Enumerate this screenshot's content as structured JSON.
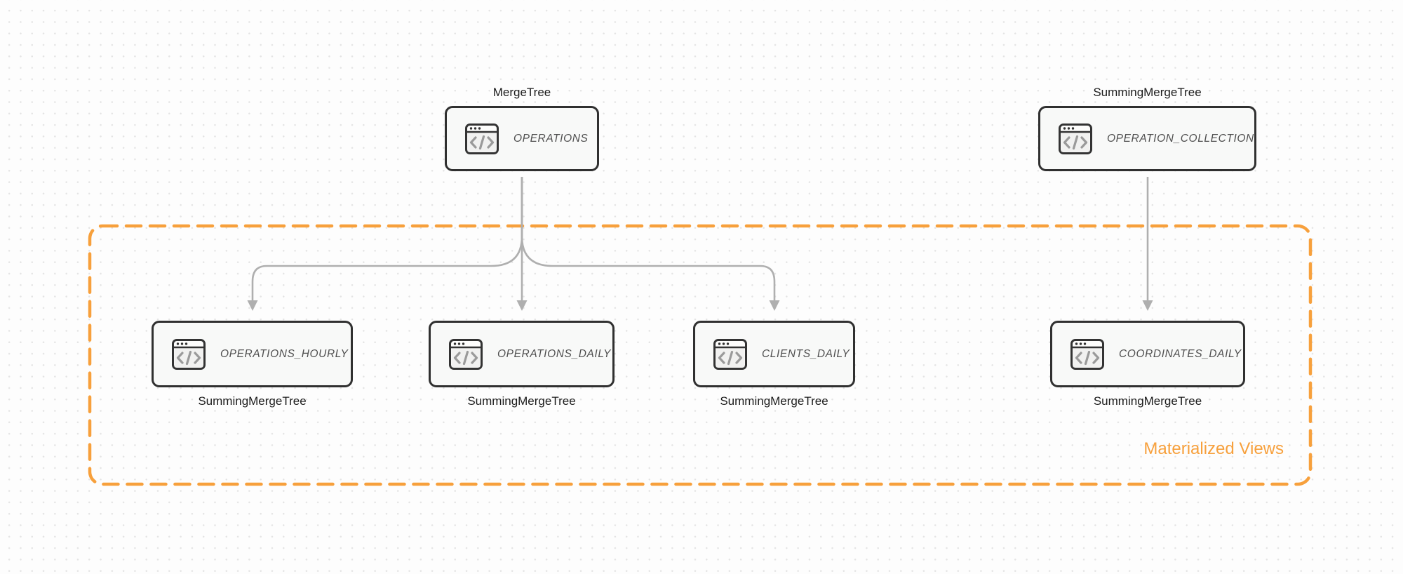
{
  "group": {
    "label": "Materialized Views"
  },
  "nodes": [
    {
      "id": "operations",
      "title": "OPERATIONS",
      "engine": "MergeTree",
      "engine_position": "top"
    },
    {
      "id": "operation-collection",
      "title": "OPERATION_COLLECTION",
      "engine": "SummingMergeTree",
      "engine_position": "top"
    },
    {
      "id": "operations-hourly",
      "title": "OPERATIONS_HOURLY",
      "engine": "SummingMergeTree",
      "engine_position": "bottom"
    },
    {
      "id": "operations-daily",
      "title": "OPERATIONS_DAILY",
      "engine": "SummingMergeTree",
      "engine_position": "bottom"
    },
    {
      "id": "clients-daily",
      "title": "CLIENTS_DAILY",
      "engine": "SummingMergeTree",
      "engine_position": "bottom"
    },
    {
      "id": "coordinates-daily",
      "title": "COORDINATES_DAILY",
      "engine": "SummingMergeTree",
      "engine_position": "bottom"
    }
  ],
  "edges": [
    {
      "from": "OPERATIONS",
      "to": "OPERATIONS_HOURLY"
    },
    {
      "from": "OPERATIONS",
      "to": "OPERATIONS_DAILY"
    },
    {
      "from": "OPERATIONS",
      "to": "CLIENTS_DAILY"
    },
    {
      "from": "OPERATION_COLLECTION",
      "to": "COORDINATES_DAILY"
    }
  ],
  "colors": {
    "accent": "#F7A03C",
    "node_border": "#303030",
    "node_fill": "#F8F9F8",
    "arrow": "#AFAFAF",
    "engine_text": "#1B1B1B",
    "title_text": "#4F4F4F",
    "icon_glyph": "#9A9A9A",
    "dot_grid": "#E4E4E4",
    "background": "#FDFDFD"
  }
}
